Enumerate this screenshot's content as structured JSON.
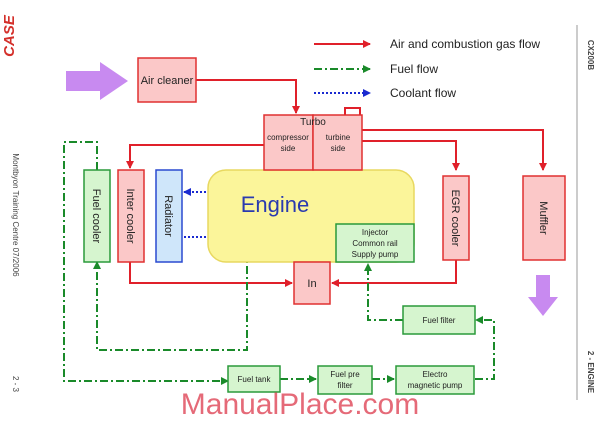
{
  "brand": {
    "logo_text": "CASE",
    "logo_color": "#d4302b"
  },
  "sidebar": {
    "left_text": "Montbyon Training Centre 07/2006",
    "page_number": "2 - 3",
    "model": "CX200B",
    "section": "2 - ENGINE"
  },
  "legend": {
    "items": [
      {
        "label": "Air and combustion gas flow",
        "style": "solid",
        "color": "#e0202a"
      },
      {
        "label": "Fuel flow",
        "style": "dash-dot",
        "color": "#1a8a2a"
      },
      {
        "label": "Coolant flow",
        "style": "dotted",
        "color": "#1a2ad0"
      }
    ]
  },
  "components": {
    "air_cleaner": "Air cleaner",
    "turbo": "Turbo",
    "compressor_side": [
      "compressor",
      "side"
    ],
    "turbine_side": [
      "turbine",
      "side"
    ],
    "engine": "Engine",
    "fuel_cooler": "Fuel cooler",
    "inter_cooler": "Inter cooler",
    "radiator": "Radiator",
    "egr_cooler": "EGR cooler",
    "muffler": "Muffler",
    "intake": "In",
    "injector_box": [
      "Injector",
      "Common rail",
      "Supply pump"
    ],
    "fuel_filter": "Fuel filter",
    "fuel_tank": "Fuel tank",
    "fuel_pre_filter": [
      "Fuel pre",
      "filter"
    ],
    "electro_pump": [
      "Electro",
      "magnetic pump"
    ]
  },
  "colors": {
    "box_fill": "#fbc8c8",
    "box_stroke": "#e03030",
    "green_fill": "#d6f5cf",
    "green_stroke": "#2a9a3a",
    "radiator_fill": "#cfe6fa",
    "radiator_stroke": "#2a4ad0",
    "engine_fill": "#fbf59a",
    "engine_text": "#2a3ab0",
    "arrow_purple": "#c88af0"
  },
  "watermark": "ManualPlace.com"
}
